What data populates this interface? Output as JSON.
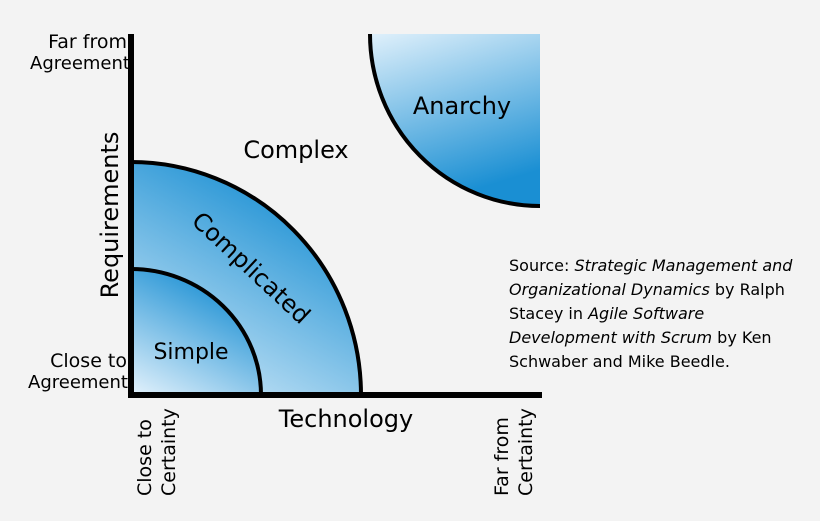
{
  "diagram": {
    "y_axis_label": "Requirements",
    "y_axis_top": [
      "Far from",
      "Agreement"
    ],
    "y_axis_bottom": [
      "Close to",
      "Agreement"
    ],
    "x_axis_label": "Technology",
    "x_axis_left": [
      "Close to",
      "Certainty"
    ],
    "x_axis_right": [
      "Far from",
      "Certainty"
    ],
    "zones": {
      "simple": "Simple",
      "complicated": "Complicated",
      "complex": "Complex",
      "anarchy": "Anarchy"
    },
    "colors": {
      "gradient_light": "#dff0fb",
      "gradient_dark": "#1a8fd3",
      "axis": "#000000",
      "background": "#f3f3f3"
    }
  },
  "source": {
    "prefix": "Source: ",
    "title1": "Strategic Management and Organizational Dynamics",
    "by1": " by Ralph Stacey in ",
    "title2": "Agile Software Development with Scrum",
    "by2": " by Ken Schwaber and Mike Beedle."
  }
}
